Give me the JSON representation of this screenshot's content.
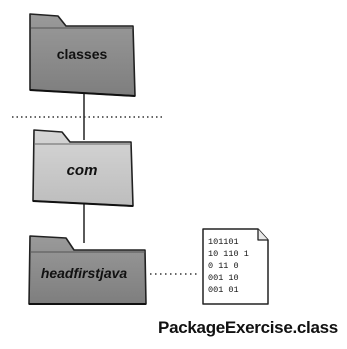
{
  "folders": {
    "classes": "classes",
    "com": "com",
    "headfirstjava": "headfirstjava"
  },
  "file": {
    "name": "PackageExercise.class",
    "lines": [
      "101101",
      "10 110 1",
      "0 11 0",
      "001 10",
      "001 01"
    ]
  },
  "colors": {
    "folder_dark": "#8d8d8d",
    "folder_light": "#c9c9c9",
    "outline": "#222222"
  }
}
